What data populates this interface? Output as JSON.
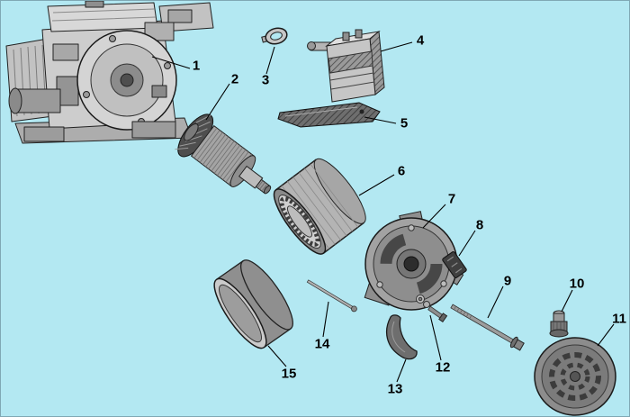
{
  "diagram": {
    "kind": "exploded-parts-diagram",
    "subject": "portable generator engine and alternator assembly",
    "colors": {
      "background": "#b3e8f2",
      "outline": "#1a1a1a",
      "metal_light": "#d4d4d4",
      "metal_mid": "#9c9c9c",
      "metal_dark": "#4e4e4e"
    },
    "callouts": [
      {
        "number": "1",
        "part": "engine-assembly"
      },
      {
        "number": "2",
        "part": "rotor-armature"
      },
      {
        "number": "3",
        "part": "retaining-ring"
      },
      {
        "number": "4",
        "part": "rectifier-block"
      },
      {
        "number": "5",
        "part": "flat-bracket"
      },
      {
        "number": "6",
        "part": "stator"
      },
      {
        "number": "7",
        "part": "rear-bracket"
      },
      {
        "number": "8",
        "part": "brush-holder"
      },
      {
        "number": "9",
        "part": "through-bolt"
      },
      {
        "number": "10",
        "part": "cap-plug"
      },
      {
        "number": "11",
        "part": "end-cover"
      },
      {
        "number": "12",
        "part": "screw-washer-set"
      },
      {
        "number": "13",
        "part": "guard"
      },
      {
        "number": "14",
        "part": "rod"
      },
      {
        "number": "15",
        "part": "sleeve"
      }
    ]
  }
}
